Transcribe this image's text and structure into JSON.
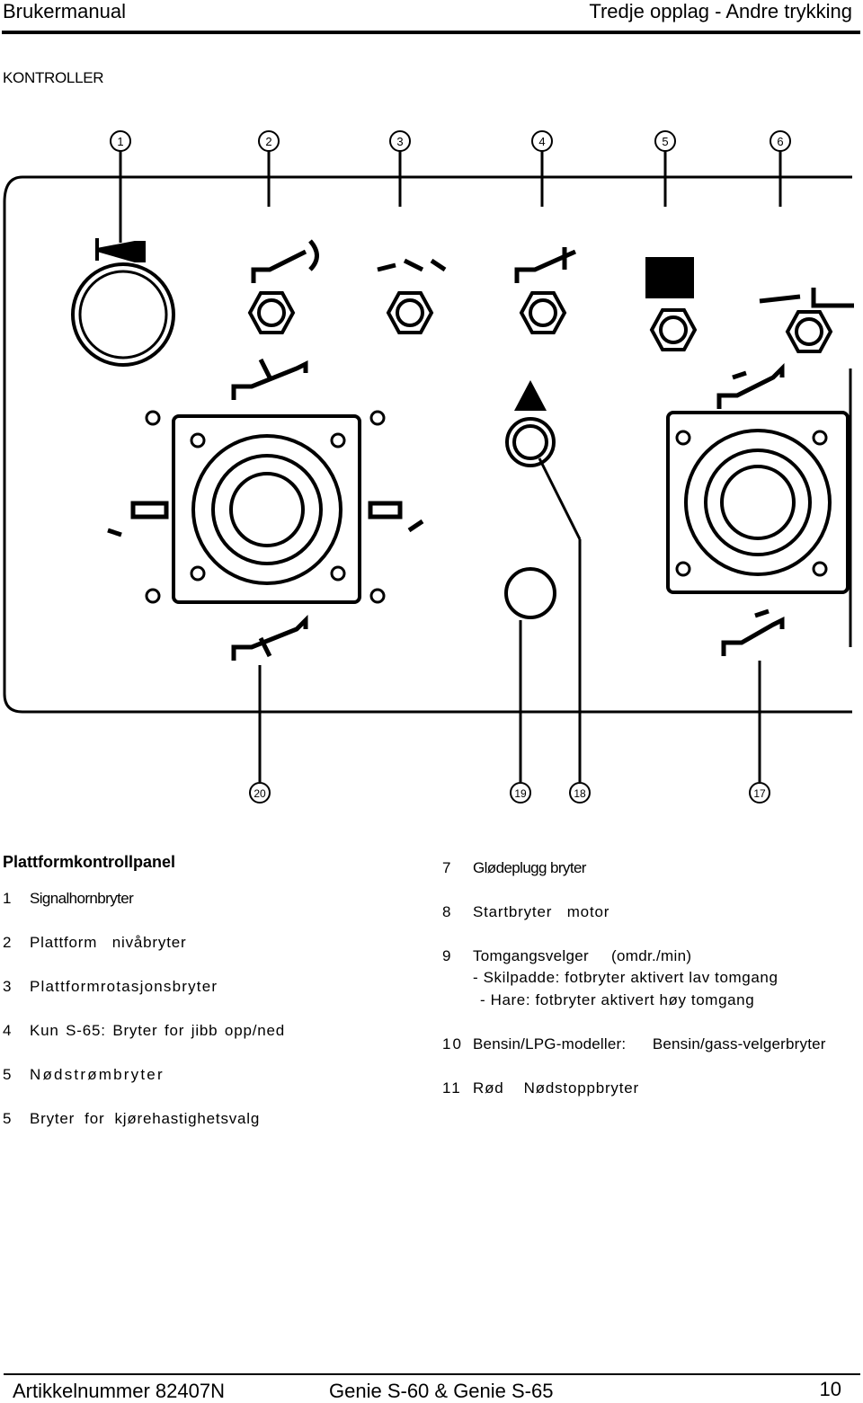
{
  "header": {
    "left": "Brukermanual",
    "right": "Tredje opplag - Andre trykking"
  },
  "section_title": "KONTROLLER",
  "diagram": {
    "top_callouts": [
      "1",
      "2",
      "3",
      "4",
      "5",
      "6"
    ],
    "bottom_callouts": [
      "20",
      "19",
      "18",
      "17"
    ]
  },
  "legend": {
    "title": "Plattformkontrollpanel",
    "left_items": [
      {
        "num": "1",
        "text": "Signalhornbryter"
      },
      {
        "num": "2",
        "text": "Plattform   nivåbryter"
      },
      {
        "num": "3",
        "text": "Plattformrotasjonsbryter"
      },
      {
        "num": "4",
        "text": "Kun S-65: Bryter for jibb opp/ned"
      },
      {
        "num": "5",
        "text": "Nødstrømbryter"
      },
      {
        "num": "5",
        "text": "Bryter  for  kjørehastighetsvalg"
      }
    ],
    "right_items": [
      {
        "num": "7",
        "text": "Glødeplugg bryter"
      },
      {
        "num": "8",
        "text": "Startbryter   motor"
      },
      {
        "num": "9",
        "text": "Tomgangsvelger     (omdr./min)"
      },
      {
        "num": "10",
        "text": "Bensin/LPG-modeller:      Bensin/gass-velgerbryter"
      },
      {
        "num": "11",
        "text": "Rød    Nødstoppbryter"
      }
    ],
    "sub_lines": [
      "- Skilpadde: fotbryter aktivert lav tomgang",
      "- Hare: fotbryter aktivert høy tomgang"
    ]
  },
  "footer": {
    "left": "Artikkelnummer 82407N",
    "middle": "Genie S-60 & Genie S-65",
    "page": "10"
  }
}
